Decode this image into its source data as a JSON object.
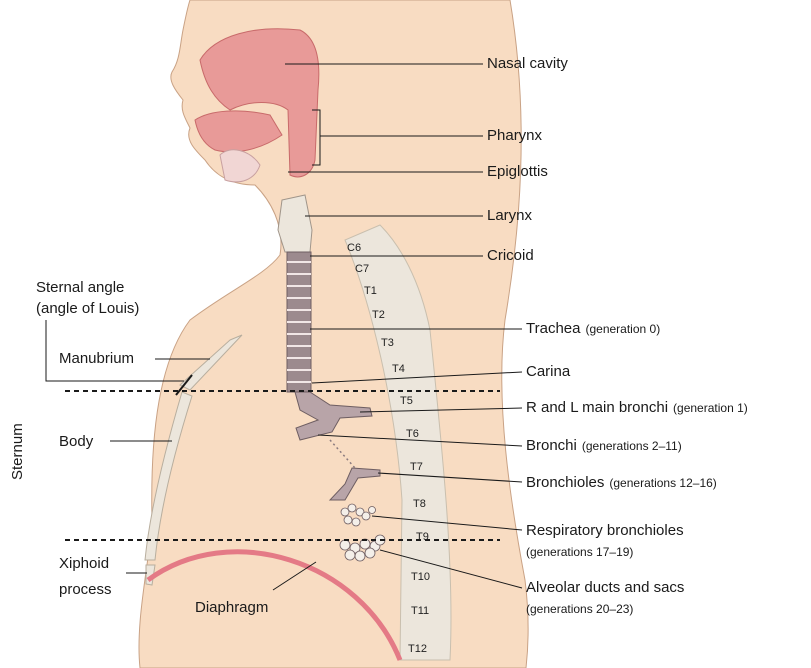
{
  "labels": {
    "nasal_cavity": "Nasal cavity",
    "pharynx": "Pharynx",
    "epiglottis": "Epiglottis",
    "larynx": "Larynx",
    "cricoid": "Cricoid",
    "trachea": "Trachea",
    "trachea_sub": "(generation 0)",
    "carina": "Carina",
    "main_bronchi": "R and L main bronchi",
    "main_bronchi_sub": "(generation 1)",
    "bronchi": "Bronchi",
    "bronchi_sub": "(generations 2–11)",
    "bronchioles": "Bronchioles",
    "bronchioles_sub": "(generations 12–16)",
    "resp_bronchioles": "Respiratory bronchioles",
    "resp_bronchioles_sub": "(generations 17–19)",
    "alveolar": "Alveolar ducts and sacs",
    "alveolar_sub": "(generations 20–23)",
    "sternal_angle_1": "Sternal angle",
    "sternal_angle_2": "(angle of Louis)",
    "manubrium": "Manubrium",
    "body": "Body",
    "sternum": "Sternum",
    "xiphoid_1": "Xiphoid",
    "xiphoid_2": "process",
    "diaphragm": "Diaphragm"
  },
  "vertebrae": [
    "C6",
    "C7",
    "T1",
    "T2",
    "T3",
    "T4",
    "T5",
    "T6",
    "T7",
    "T8",
    "T9",
    "T10",
    "T11",
    "T12"
  ],
  "colors": {
    "skin": "#f8dcc2",
    "airway": "#e89a98",
    "bone": "#ece6dc",
    "trachea": "#9c8a8e",
    "diaphragm": "#e47a86"
  }
}
